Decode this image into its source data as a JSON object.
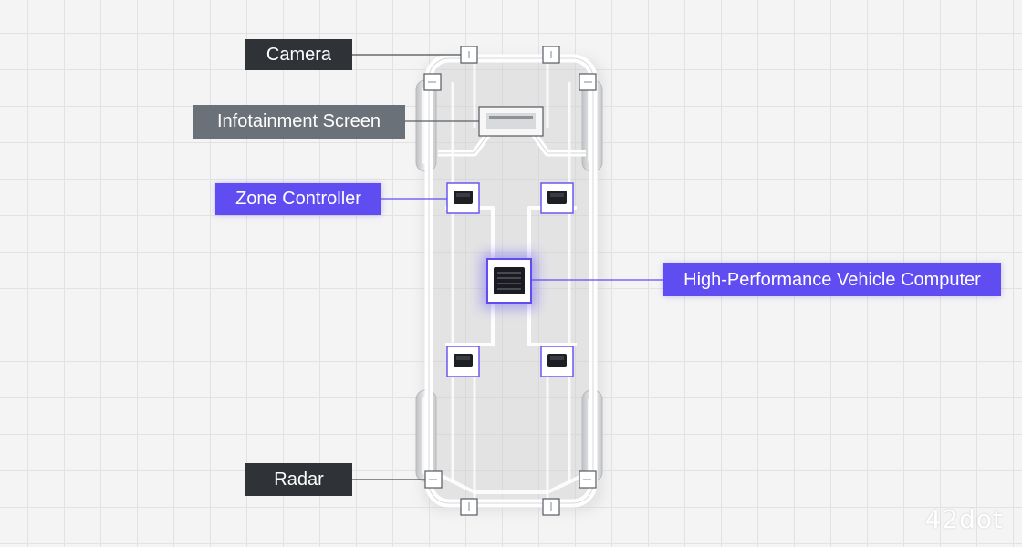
{
  "labels": {
    "camera": "Camera",
    "infotainment": "Infotainment Screen",
    "zone_controller": "Zone Controller",
    "hpvc": "High-Performance Vehicle Computer",
    "radar": "Radar"
  },
  "brand": {
    "logo_text": "42dot"
  },
  "colors": {
    "accent_purple": "#5f4df2",
    "label_dark": "#2f3338",
    "label_gray": "#6b7178",
    "chassis": "#ffffff"
  }
}
